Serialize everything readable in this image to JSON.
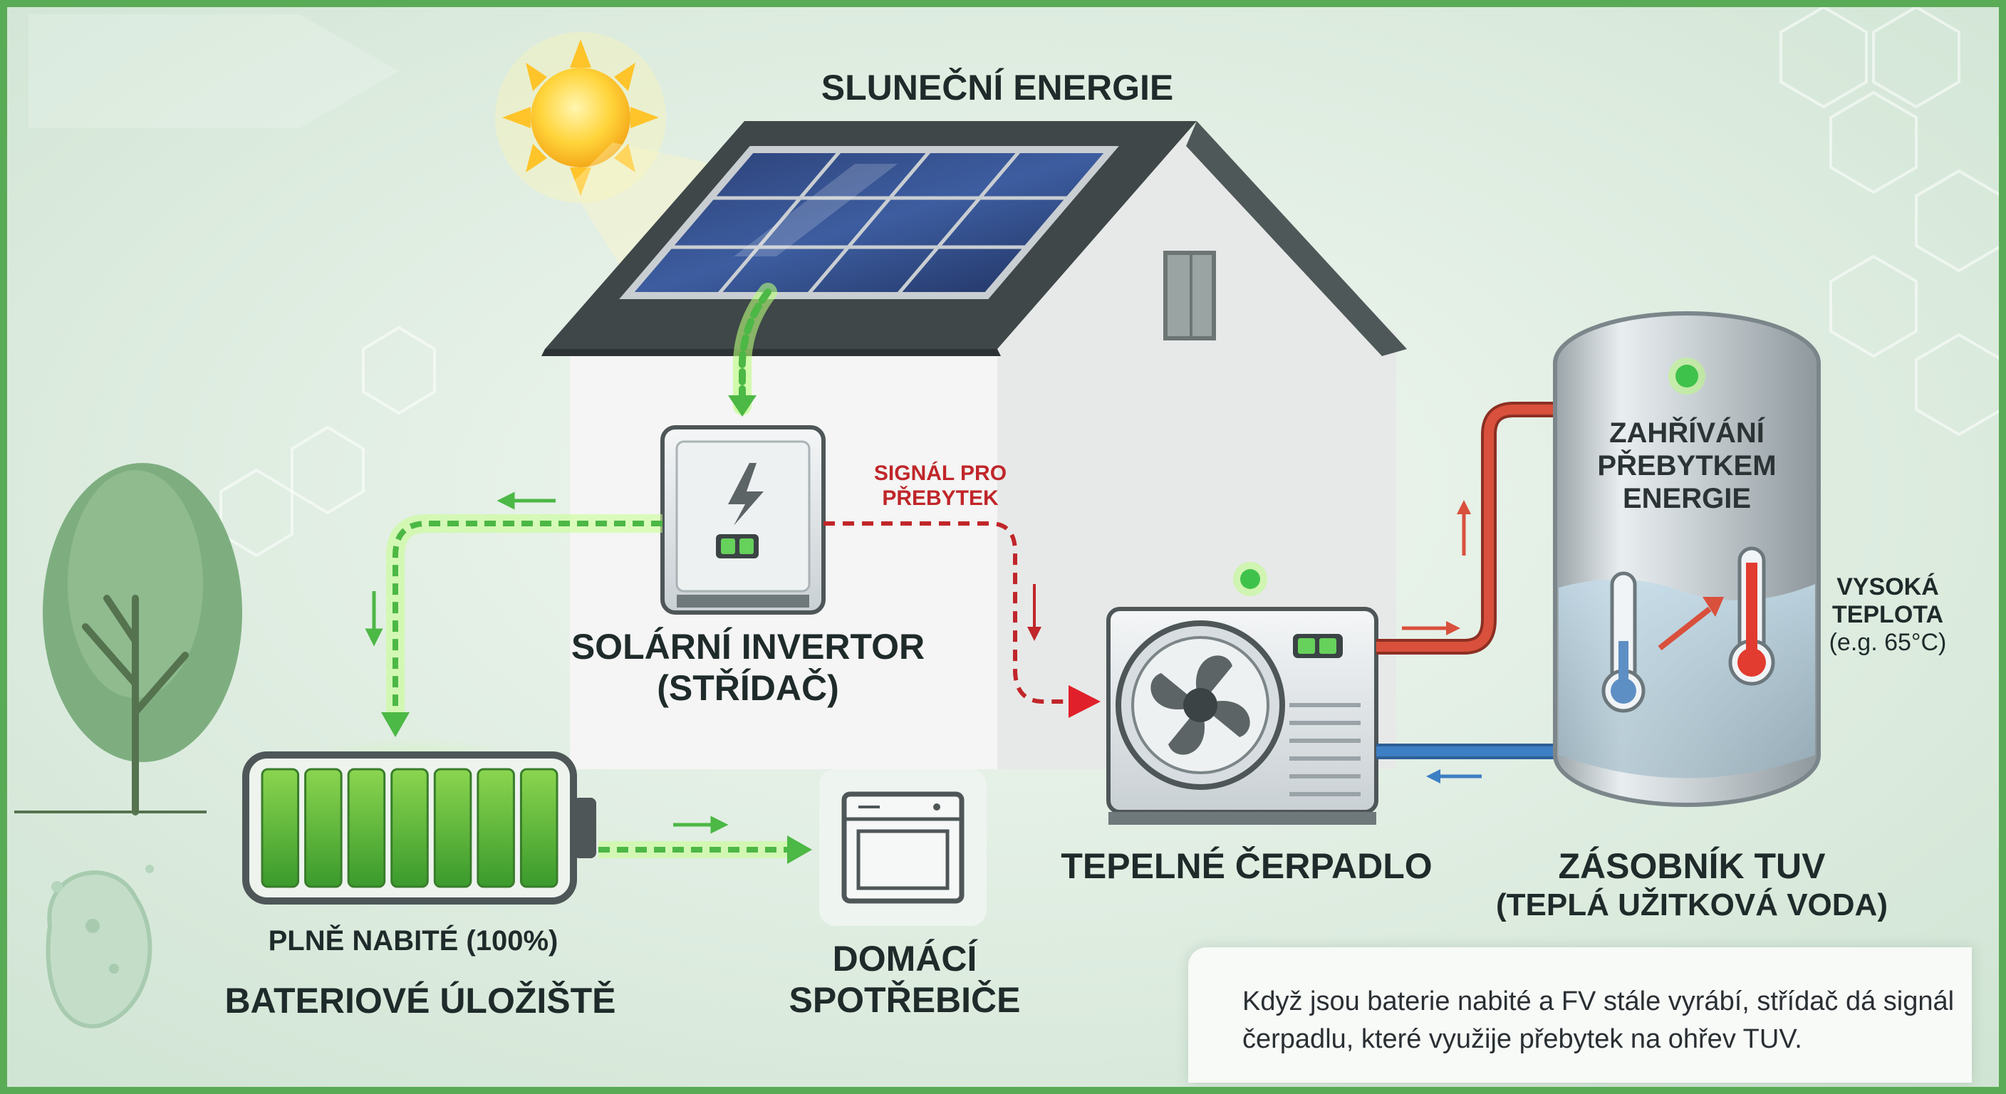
{
  "title": "SLUNEČNÍ ENERGIE",
  "inverter": {
    "label_line1": "SOLÁRNÍ INVERTOR",
    "label_line2": "(STŘÍDAČ)"
  },
  "signal": {
    "line1": "SIGNÁL PRO",
    "line2": "PŘEBYTEK"
  },
  "battery": {
    "status": "PLNĚ NABITÉ (100%)",
    "label": "BATERIOVÉ ÚLOŽIŠTĚ",
    "charge_fraction": 1.0,
    "segments": 7
  },
  "appliances": {
    "line1": "DOMÁCÍ",
    "line2": "SPOTŘEBIČE"
  },
  "heat_pump": {
    "label": "TEPELNÉ ČERPADLO"
  },
  "tank": {
    "heating_line1": "ZAHŘÍVÁNÍ",
    "heating_line2": "PŘEBYTKEM",
    "heating_line3": "ENERGIE",
    "label_line1": "ZÁSOBNÍK TUV",
    "label_line2": "(TEPLÁ UŽITKOVÁ VODA)"
  },
  "high_temp": {
    "line1": "VYSOKÁ",
    "line2": "TEPLOTA",
    "line3": "(e.g. 65°C)"
  },
  "note": {
    "text": "Když jsou baterie nabité a FV stále vyrábí, střídač dá signál čerpadlu, které využije přebytek na ohřev TUV."
  },
  "colors": {
    "accent_green": "#5aab55",
    "energy_green": "#4cb845",
    "signal_red": "#c0262a",
    "hot_pipe": "#d9503c",
    "cold_pipe": "#3d7fc4"
  },
  "icons": [
    "sun-icon",
    "solar-panel-icon",
    "lightning-icon",
    "fan-icon",
    "thermometer-icon",
    "oven-icon",
    "tree-icon"
  ]
}
